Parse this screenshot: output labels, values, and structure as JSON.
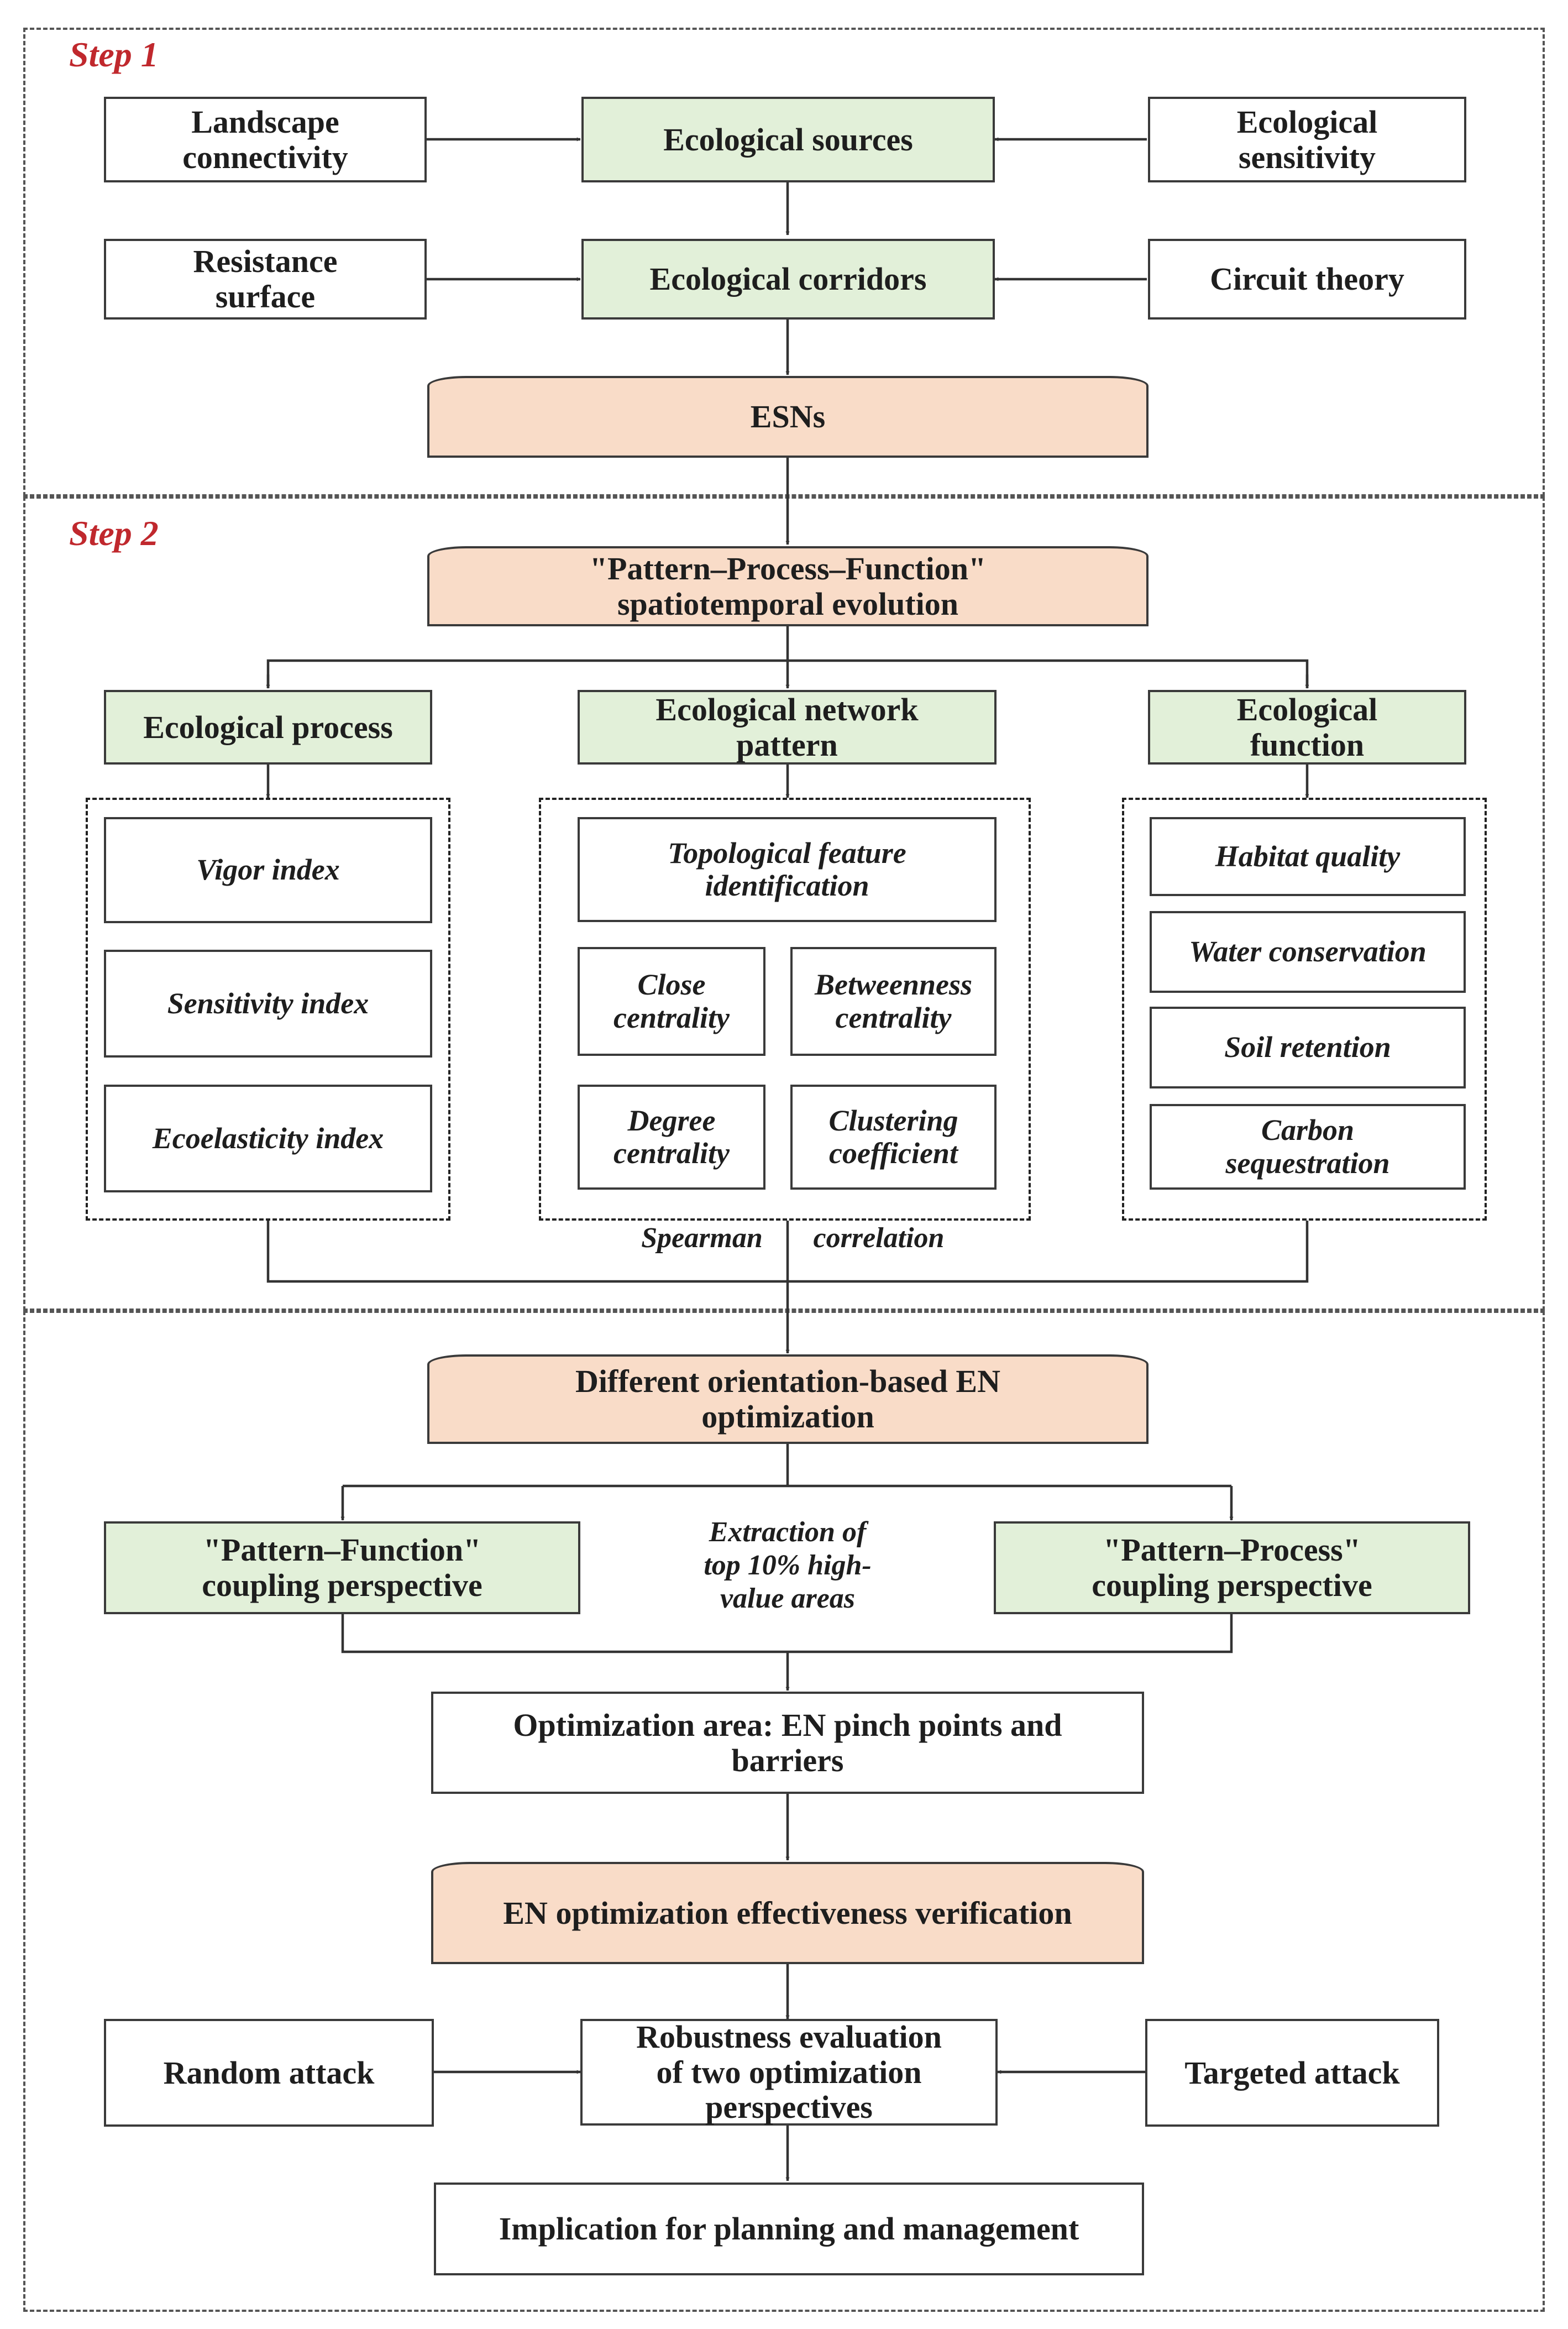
{
  "steps": {
    "step1": "Step 1",
    "step2": "Step 2"
  },
  "step1": {
    "landscape_connectivity": "Landscape\nconnectivity",
    "ecological_sources": "Ecological sources",
    "ecological_sensitivity": "Ecological\nsensitivity",
    "resistance_surface": "Resistance\nsurface",
    "ecological_corridors": "Ecological corridors",
    "circuit_theory": "Circuit theory",
    "esns": "ESNs"
  },
  "step2": {
    "ppf_evolution": "\"Pattern–Process–Function\"\nspatiotemporal evolution",
    "ecological_process": "Ecological process",
    "ecological_network_pattern": "Ecological network\npattern",
    "ecological_function": "Ecological\nfunction",
    "process_indices": [
      "Vigor index",
      "Sensitivity index",
      "Ecoelasticity index"
    ],
    "topological_feature": "Topological feature\nidentification",
    "pattern_metrics": [
      "Close\ncentrality",
      "Betweenness\ncentrality",
      "Degree\ncentrality",
      "Clustering\ncoefficient"
    ],
    "function_items": [
      "Habitat quality",
      "Water conservation",
      "Soil retention",
      "Carbon\nsequestration"
    ],
    "spearman_left": "Spearman",
    "spearman_right": "correlation"
  },
  "step3": {
    "en_optimization": "Different orientation-based EN\noptimization",
    "pattern_function": "\"Pattern–Function\"\ncoupling perspective",
    "extraction_note": "Extraction of\ntop 10% high-\nvalue areas",
    "pattern_process": "\"Pattern–Process\"\ncoupling perspective",
    "optimization_area": "Optimization area: EN pinch points and\nbarriers",
    "verification": "EN optimization effectiveness verification",
    "random_attack": "Random attack",
    "robustness": "Robustness evaluation\nof two optimization\nperspectives",
    "targeted_attack": "Targeted attack",
    "implication": "Implication for planning and management"
  },
  "colors": {
    "green_fill": "#e2f0d9",
    "peach_fill": "#f9dcc8",
    "step_label": "#c0282d"
  }
}
